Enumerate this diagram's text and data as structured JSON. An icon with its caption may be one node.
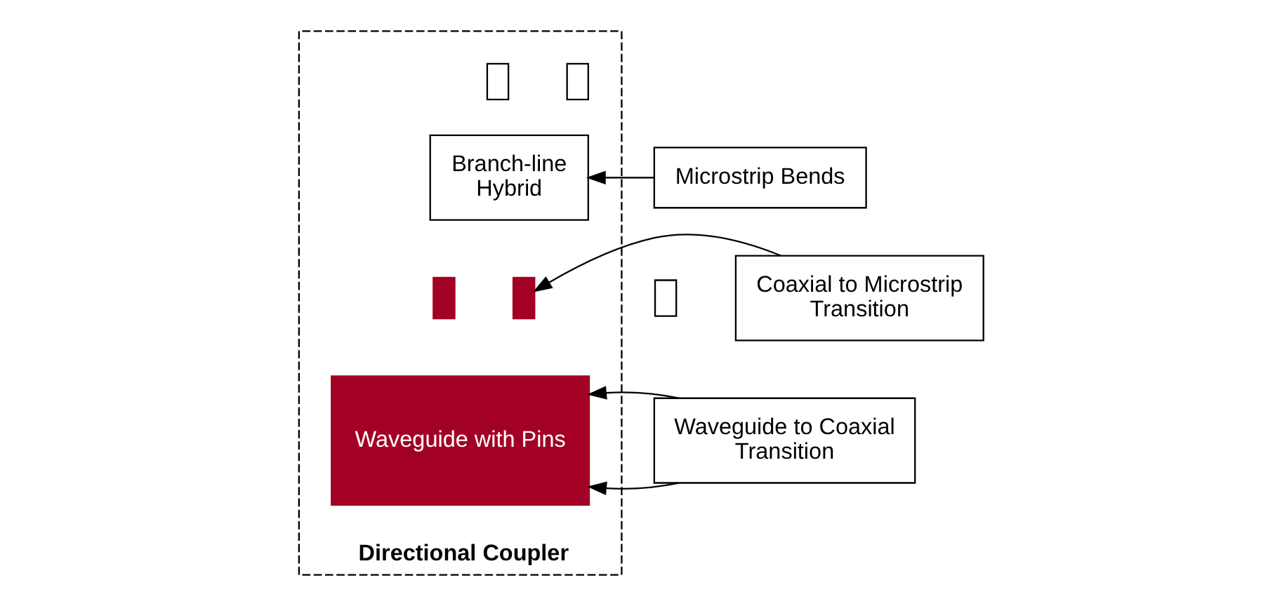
{
  "diagram": {
    "nodes": [
      {
        "text": [
          "Directional Coupler"
        ]
      },
      {
        "text": [],
        "shape": "box",
        "in": 0
      },
      {
        "text": [],
        "shape": "box",
        "in": 0
      },
      {
        "text": [
          "Branch-line Hybrid"
        ],
        "in": 0
      },
      {
        "text": [],
        "shape": "bar",
        "in": 0
      },
      {
        "text": [],
        "shape": "bar",
        "in": 0
      },
      {
        "text": [
          "Waveguide with Pins"
        ],
        "in": 0
      },
      {
        "text": [],
        "shape": "box"
      },
      {
        "text": [
          "Waveguide to Coaxial Transition"
        ]
      },
      {
        "text": [
          "Microstrip Bends"
        ]
      },
      {
        "text": [
          "Coaxial to Microstrip Transition"
        ]
      }
    ],
    "edges": [
      {
        "from": 9,
        "to": 3,
        "arrow": "to"
      },
      {
        "from": 10,
        "to": 5,
        "arrow": "to"
      },
      {
        "from": 8,
        "to": 6,
        "arrow": "to"
      },
      {
        "from": 8,
        "to": 6,
        "arrow": "to"
      }
    ]
  }
}
